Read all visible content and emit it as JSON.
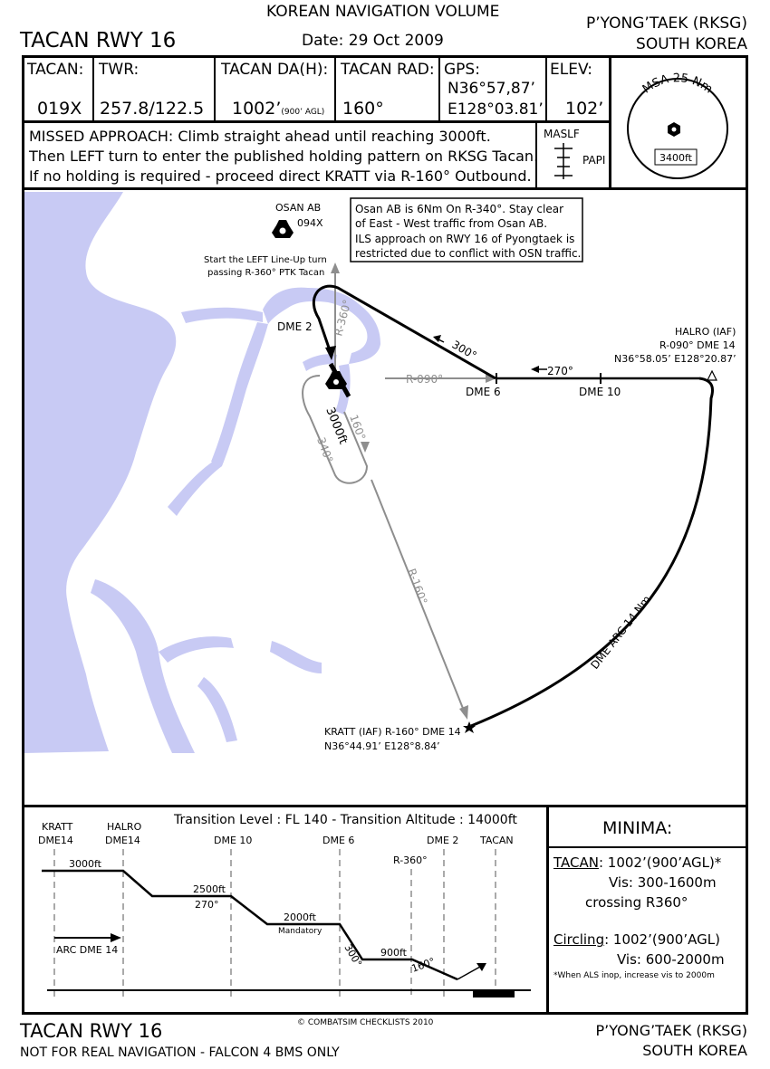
{
  "header": {
    "volume": "KOREAN NAVIGATION VOLUME",
    "chart_title": "TACAN RWY 16",
    "date": "Date: 29 Oct 2009",
    "airport": "P’YONG’TAEK (RKSG)",
    "country": "SOUTH KOREA"
  },
  "info": {
    "tacan_label": "TACAN:",
    "tacan_value": "019X",
    "twr_label": "TWR:",
    "twr_value": "257.8/122.5",
    "da_label": "TACAN DA(H):",
    "da_value": "1002’",
    "da_sub": "(900’ AGL)",
    "rad_label": "TACAN RAD:",
    "rad_value": "160°",
    "gps_label": "GPS:",
    "gps_lat": "N36°57,87’",
    "gps_lon": "E128°03.81’",
    "elev_label": "ELEV:",
    "elev_value": "102’"
  },
  "msa": {
    "label": "MSA 25 Nm",
    "altitude": "3400ft"
  },
  "missed": {
    "line1": "MISSED APPROACH: Climb straight ahead until reaching 3000ft.",
    "line2": "Then LEFT turn to enter the published holding pattern on RKSG Tacan.",
    "line3": "If no holding is required - proceed direct KRATT via R-160° Outbound."
  },
  "lighting": {
    "maslf": "MASLF",
    "papi": "PAPI"
  },
  "plan": {
    "osan_name": "OSAN AB",
    "osan_chan": "094X",
    "note1": "Osan AB is 6Nm On R-340°. Stay clear",
    "note2": "of East - West traffic from Osan AB.",
    "note3": "ILS approach on RWY 16 of Pyongtaek is",
    "note4": "restricted due to conflict with OSN traffic.",
    "lineup1": "Start the LEFT Line-Up turn",
    "lineup2": "passing R-360° PTK Tacan",
    "r360": "R-360°",
    "dme2": "DME 2",
    "hdg300": "300°",
    "r090": "R-090°",
    "dme6": "DME 6",
    "hdg270": "270°",
    "dme10": "DME 10",
    "halro1": "HALRO (IAF)",
    "halro2": "R-090° DME 14",
    "halro3": "N36°58.05’ E128°20.87’",
    "hold_alt": "3000ft",
    "hold_160": "160°",
    "hold_340": "340°",
    "r160": "R-160°",
    "arc": "DME ARC 14 Nm",
    "kratt1": "KRATT (IAF) R-160° DME 14",
    "kratt2": "N36°44.91’ E128°8.84’"
  },
  "profile": {
    "transition": "Transition Level : FL 140  -  Transition Altitude : 14000ft",
    "kratt_a": "KRATT",
    "kratt_b": "DME14",
    "halro_a": "HALRO",
    "halro_b": "DME14",
    "dme10": "DME 10",
    "dme6": "DME 6",
    "r360": "R-360°",
    "dme2": "DME 2",
    "tacan": "TACAN",
    "alt3000": "3000ft",
    "alt2500": "2500ft",
    "hdg270": "270°",
    "alt2000": "2000ft",
    "mandatory": "Mandatory",
    "hdg300": "300°",
    "alt900": "900ft",
    "hdg160": "160°",
    "arc": "ARC DME 14"
  },
  "minima": {
    "title": "MINIMA:",
    "tacan_label": "TACAN",
    "tacan_value": ": 1002’(900’AGL)*",
    "tacan_vis": "Vis: 300-1600m",
    "tacan_cross": "crossing R360°",
    "circ_label": "Circling",
    "circ_value": ": 1002’(900’AGL)",
    "circ_vis": "Vis: 600-2000m",
    "footnote": "*When ALS inop, increase vis to 2000m"
  },
  "footer": {
    "title": "TACAN RWY 16",
    "disclaimer": "NOT FOR REAL NAVIGATION - FALCON 4 BMS ONLY",
    "copyright": "© COMBATSIM CHECKLISTS 2010",
    "airport": "P’YONG’TAEK (RKSG)",
    "country": "SOUTH KOREA"
  },
  "colors": {
    "water": "#c8caf4",
    "track": "#000000",
    "radial": "#8e8e8e"
  }
}
